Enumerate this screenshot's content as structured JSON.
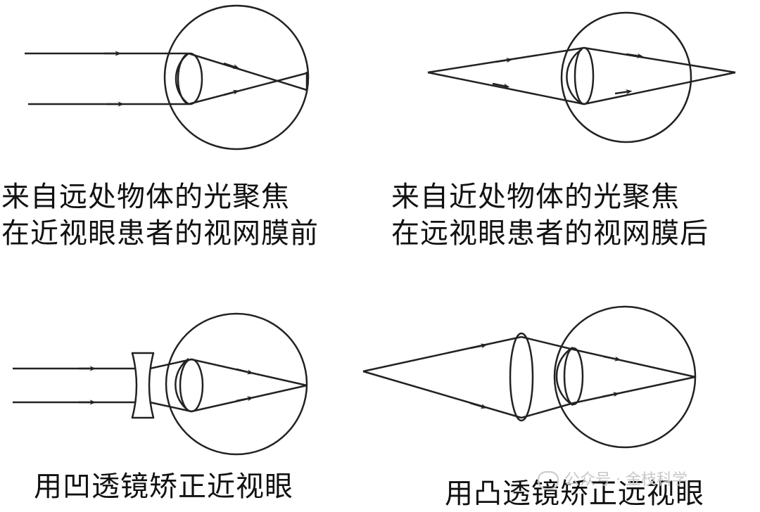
{
  "panels": [
    {
      "caption_line1": "来自远处物体的光聚焦",
      "caption_line2": "在近视眼患者的视网膜前"
    },
    {
      "caption_line1": "来自近处物体的光聚焦",
      "caption_line2": "在远视眼患者的视网膜后"
    },
    {
      "caption_line1": "用凹透镜矫正近视眼"
    },
    {
      "caption_line1": "用凸透镜矫正远视眼"
    }
  ],
  "watermark": {
    "text": "公众号 · 金枝科学"
  },
  "colors": {
    "stroke": "#222222",
    "text": "#111111",
    "watermark": "#c8c8c8"
  }
}
